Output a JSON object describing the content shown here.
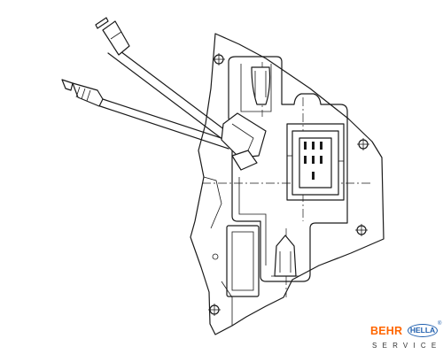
{
  "brand": {
    "behr_label": "BEHR",
    "hella_label": "HELLA",
    "service_label": "SERVICE",
    "registered_mark": "®",
    "behr_color": "#ff6600",
    "hella_color": "#1f5fae",
    "service_color": "#333333"
  },
  "drawing": {
    "line_color": "#1a1a1a",
    "background": "#ffffff"
  }
}
